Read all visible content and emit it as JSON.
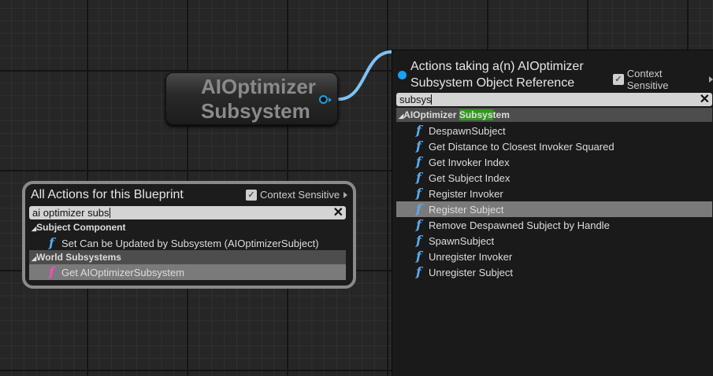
{
  "node": {
    "title": "AIOptimizer Subsystem",
    "pin_color": "#1d9fe0"
  },
  "context_menu": {
    "title": "Actions taking a(n) AIOptimizer Subsystem Object Reference",
    "context_sensitive_label": "Context Sensitive",
    "context_sensitive_checked": true,
    "search_value": "subsys",
    "category": {
      "prefix": "AIOptimizer ",
      "highlight": "Subsys",
      "suffix": "tem"
    },
    "items": [
      {
        "label": "DespawnSubject",
        "icon": "function-icon"
      },
      {
        "label": "Get Distance to Closest Invoker Squared",
        "icon": "function-icon"
      },
      {
        "label": "Get Invoker Index",
        "icon": "function-icon"
      },
      {
        "label": "Get Subject Index",
        "icon": "function-icon"
      },
      {
        "label": "Register Invoker",
        "icon": "function-icon"
      },
      {
        "label": "Register Subject",
        "icon": "function-icon",
        "selected": true
      },
      {
        "label": "Remove Despawned Subject by Handle",
        "icon": "function-icon"
      },
      {
        "label": "SpawnSubject",
        "icon": "function-icon"
      },
      {
        "label": "Unregister Invoker",
        "icon": "function-icon"
      },
      {
        "label": "Unregister Subject",
        "icon": "function-icon"
      }
    ]
  },
  "blueprint_menu": {
    "title": "All Actions for this Blueprint",
    "context_sensitive_label": "Context Sensitive",
    "context_sensitive_checked": true,
    "search_value": "ai optimizer subs",
    "categories": [
      {
        "label": "Subject Component",
        "items": [
          {
            "label": "Set Can be Updated by Subsystem (AIOptimizerSubject)"
          }
        ]
      },
      {
        "label": "World Subsystems",
        "items": [
          {
            "label": "Get AIOptimizerSubsystem",
            "selected": true
          }
        ]
      }
    ]
  },
  "colors": {
    "highlight": "#2f9a1e",
    "function": "#5aaaf0",
    "pure_function": "#f04fc0",
    "wire": "#7ec3f5"
  }
}
